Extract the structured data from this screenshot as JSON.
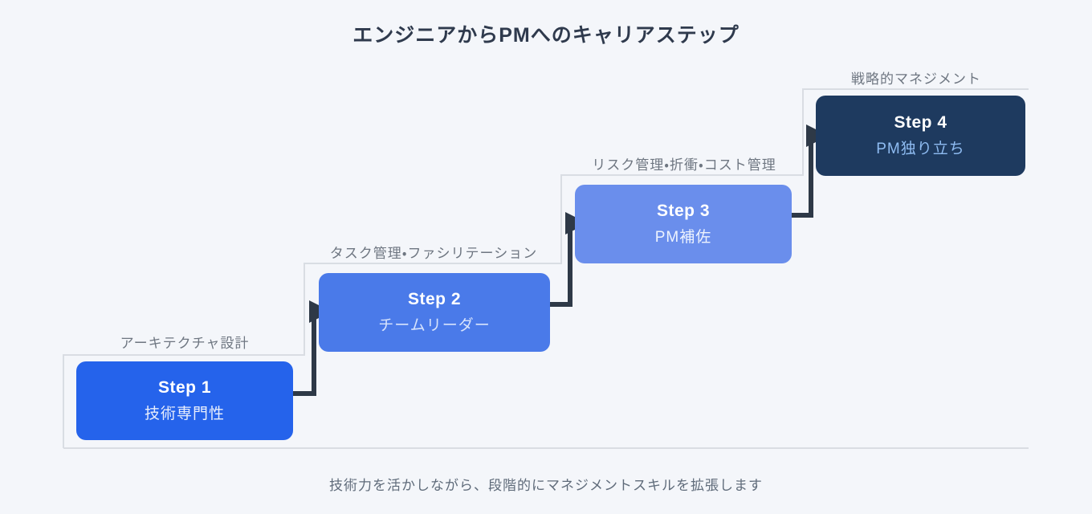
{
  "title": "エンジニアからPMへのキャリアステップ",
  "caption": "技術力を活かしながら、段階的にマネジメントスキルを拡張します",
  "steps": [
    {
      "label": "Step 1",
      "name": "技術専門性",
      "skill": "アーキテクチャ設計",
      "box_color": "#2563eb",
      "name_color": "#e8eefc"
    },
    {
      "label": "Step 2",
      "name": "チームリーダー",
      "skill": "タスク管理・ファシリテーション",
      "box_color": "#4a7ae9",
      "name_color": "#d7e3fc"
    },
    {
      "label": "Step 3",
      "name": "PM補佐",
      "skill": "リスク管理・折衝・コスト管理",
      "box_color": "#6a8eec",
      "name_color": "#edf3fe"
    },
    {
      "label": "Step 4",
      "name": "PM独り立ち",
      "skill": "戦略的マネジメント",
      "box_color": "#1e3a5f",
      "name_color": "#8fbcf2"
    }
  ],
  "colors": {
    "background": "#f4f6fa",
    "title_text": "#2f3a4d",
    "skill_label_text": "#6e7681",
    "caption_text": "#5f6b7a",
    "staircase_line": "#d9dde3",
    "connector": "#2e3947"
  }
}
